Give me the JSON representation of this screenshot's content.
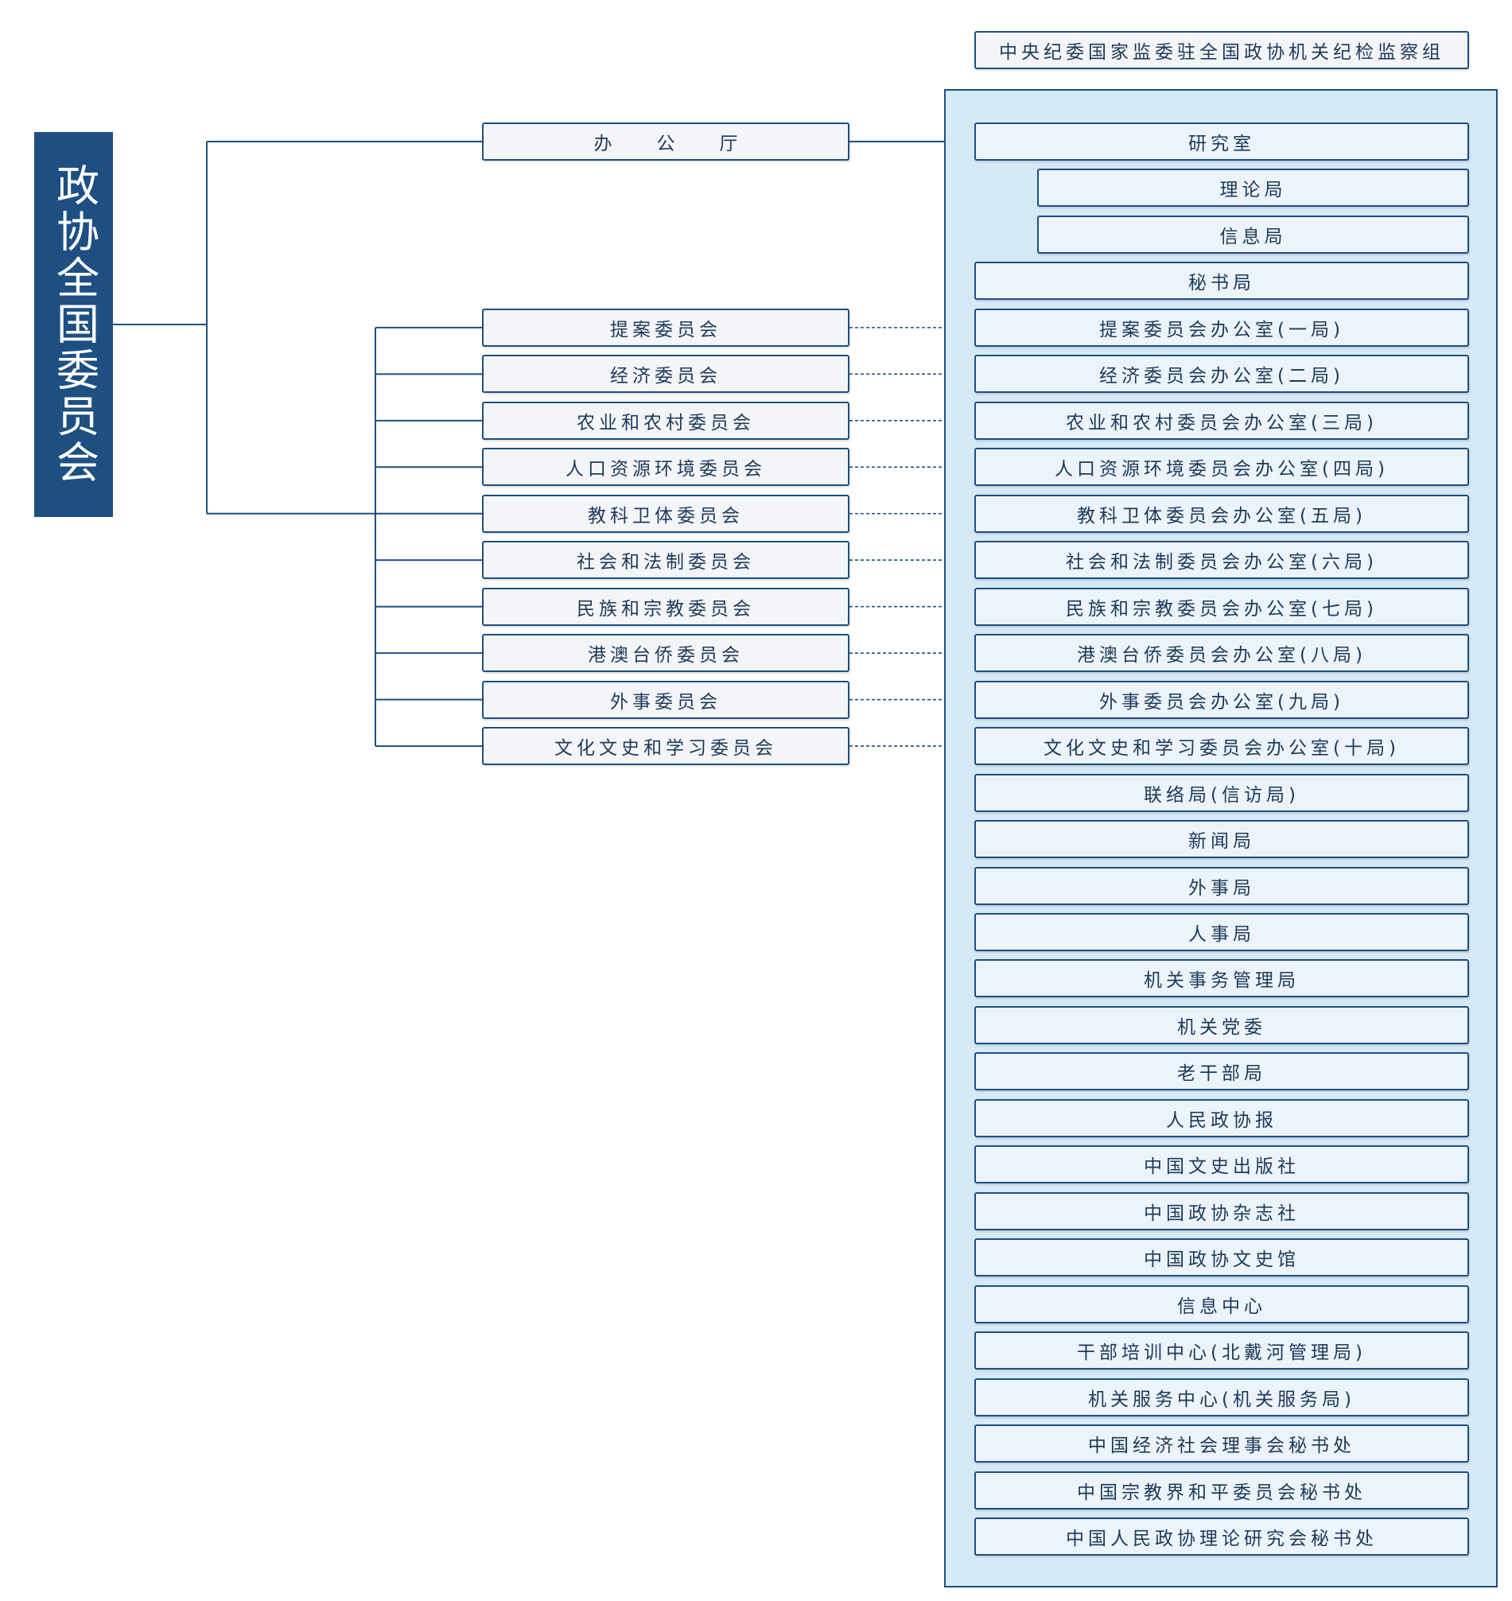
{
  "root": {
    "label": "政协全国委员会"
  },
  "inspection_group": {
    "label": "中央纪委国家监委驻全国政协机关纪检监察组"
  },
  "office": {
    "label": "办公厅"
  },
  "committees": [
    "提案委员会",
    "经济委员会",
    "农业和农村委员会",
    "人口资源环境委员会",
    "教科卫体委员会",
    "社会和法制委员会",
    "民族和宗教委员会",
    "港澳台侨委员会",
    "外事委员会",
    "文化文史和学习委员会"
  ],
  "departments": [
    {
      "label": "研究室",
      "level": 0
    },
    {
      "label": "理论局",
      "level": 1
    },
    {
      "label": "信息局",
      "level": 1
    },
    {
      "label": "秘书局",
      "level": 0
    },
    {
      "label": "提案委员会办公室(一局)",
      "level": 0
    },
    {
      "label": "经济委员会办公室(二局)",
      "level": 0
    },
    {
      "label": "农业和农村委员会办公室(三局)",
      "level": 0
    },
    {
      "label": "人口资源环境委员会办公室(四局)",
      "level": 0
    },
    {
      "label": "教科卫体委员会办公室(五局)",
      "level": 0
    },
    {
      "label": "社会和法制委员会办公室(六局)",
      "level": 0
    },
    {
      "label": "民族和宗教委员会办公室(七局)",
      "level": 0
    },
    {
      "label": "港澳台侨委员会办公室(八局)",
      "level": 0
    },
    {
      "label": "外事委员会办公室(九局)",
      "level": 0
    },
    {
      "label": "文化文史和学习委员会办公室(十局)",
      "level": 0
    },
    {
      "label": "联络局(信访局)",
      "level": 0
    },
    {
      "label": "新闻局",
      "level": 0
    },
    {
      "label": "外事局",
      "level": 0
    },
    {
      "label": "人事局",
      "level": 0
    },
    {
      "label": "机关事务管理局",
      "level": 0
    },
    {
      "label": "机关党委",
      "level": 0
    },
    {
      "label": "老干部局",
      "level": 0
    },
    {
      "label": "人民政协报",
      "level": 0
    },
    {
      "label": "中国文史出版社",
      "level": 0
    },
    {
      "label": "中国政协杂志社",
      "level": 0
    },
    {
      "label": "中国政协文史馆",
      "level": 0
    },
    {
      "label": "信息中心",
      "level": 0
    },
    {
      "label": "干部培训中心(北戴河管理局)",
      "level": 0
    },
    {
      "label": "机关服务中心(机关服务局)",
      "level": 0
    },
    {
      "label": "中国经济社会理事会秘书处",
      "level": 0
    },
    {
      "label": "中国宗教界和平委员会秘书处",
      "level": 0
    },
    {
      "label": "中国人民政协理论研究会秘书处",
      "level": 0
    }
  ],
  "colors": {
    "line": "#1d4f82",
    "root_fill": "#1d4f82",
    "panel_fill": "#d6e9f7",
    "left_box_fill": "#f3f5f9",
    "right_box_fill": "#ecf3fa"
  }
}
